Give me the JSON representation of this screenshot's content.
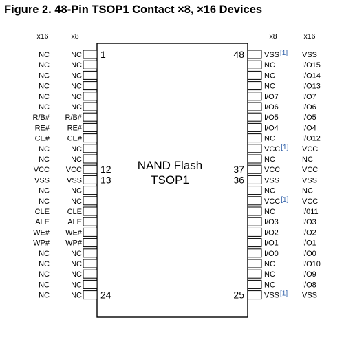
{
  "title": "Figure 2. 48-Pin TSOP1 Contact ×8, ×16 Devices",
  "chip": {
    "line1": "NAND Flash",
    "line2": "TSOP1"
  },
  "headers": {
    "left_x16": "x16",
    "left_x8": "x8",
    "right_x8": "x8",
    "right_x16": "x16"
  },
  "footnote_mark": "[1]",
  "left_pins": [
    {
      "x16": "NC",
      "x8": "NC",
      "num": "1"
    },
    {
      "x16": "NC",
      "x8": "NC",
      "num": ""
    },
    {
      "x16": "NC",
      "x8": "NC",
      "num": ""
    },
    {
      "x16": "NC",
      "x8": "NC",
      "num": ""
    },
    {
      "x16": "NC",
      "x8": "NC",
      "num": ""
    },
    {
      "x16": "NC",
      "x8": "NC",
      "num": ""
    },
    {
      "x16": "R/B#",
      "x8": "R/B#",
      "num": ""
    },
    {
      "x16": "RE#",
      "x8": "RE#",
      "num": ""
    },
    {
      "x16": "CE#",
      "x8": "CE#",
      "num": ""
    },
    {
      "x16": "NC",
      "x8": "NC",
      "num": ""
    },
    {
      "x16": "NC",
      "x8": "NC",
      "num": ""
    },
    {
      "x16": "VCC",
      "x8": "VCC",
      "num": "12"
    },
    {
      "x16": "VSS",
      "x8": "VSS",
      "num": "13"
    },
    {
      "x16": "NC",
      "x8": "NC",
      "num": ""
    },
    {
      "x16": "NC",
      "x8": "NC",
      "num": ""
    },
    {
      "x16": "CLE",
      "x8": "CLE",
      "num": ""
    },
    {
      "x16": "ALE",
      "x8": "ALE",
      "num": ""
    },
    {
      "x16": "WE#",
      "x8": "WE#",
      "num": ""
    },
    {
      "x16": "WP#",
      "x8": "WP#",
      "num": ""
    },
    {
      "x16": "NC",
      "x8": "NC",
      "num": ""
    },
    {
      "x16": "NC",
      "x8": "NC",
      "num": ""
    },
    {
      "x16": "NC",
      "x8": "NC",
      "num": ""
    },
    {
      "x16": "NC",
      "x8": "NC",
      "num": ""
    },
    {
      "x16": "NC",
      "x8": "NC",
      "num": "24"
    }
  ],
  "right_pins": [
    {
      "num": "48",
      "x8": "VSS",
      "x8_note": "[1]",
      "x16": "VSS"
    },
    {
      "num": "",
      "x8": "NC",
      "x8_note": "",
      "x16": "I/O15"
    },
    {
      "num": "",
      "x8": "NC",
      "x8_note": "",
      "x16": "I/O14"
    },
    {
      "num": "",
      "x8": "NC",
      "x8_note": "",
      "x16": "I/O13"
    },
    {
      "num": "",
      "x8": "I/O7",
      "x8_note": "",
      "x16": "I/O7"
    },
    {
      "num": "",
      "x8": "I/O6",
      "x8_note": "",
      "x16": "I/O6"
    },
    {
      "num": "",
      "x8": "I/O5",
      "x8_note": "",
      "x16": "I/O5"
    },
    {
      "num": "",
      "x8": "I/O4",
      "x8_note": "",
      "x16": "I/O4"
    },
    {
      "num": "",
      "x8": "NC",
      "x8_note": "",
      "x16": "I/O12"
    },
    {
      "num": "",
      "x8": "VCC",
      "x8_note": "[1]",
      "x16": "VCC"
    },
    {
      "num": "",
      "x8": "NC",
      "x8_note": "",
      "x16": "NC"
    },
    {
      "num": "37",
      "x8": "VCC",
      "x8_note": "",
      "x16": "VCC"
    },
    {
      "num": "36",
      "x8": "VSS",
      "x8_note": "",
      "x16": "VSS"
    },
    {
      "num": "",
      "x8": "NC",
      "x8_note": "",
      "x16": "NC"
    },
    {
      "num": "",
      "x8": "VCC",
      "x8_note": "[1]",
      "x16": "VCC"
    },
    {
      "num": "",
      "x8": "NC",
      "x8_note": "",
      "x16": "I/011"
    },
    {
      "num": "",
      "x8": "I/O3",
      "x8_note": "",
      "x16": "I/O3"
    },
    {
      "num": "",
      "x8": "I/O2",
      "x8_note": "",
      "x16": "I/O2"
    },
    {
      "num": "",
      "x8": "I/O1",
      "x8_note": "",
      "x16": "I/O1"
    },
    {
      "num": "",
      "x8": "I/O0",
      "x8_note": "",
      "x16": "I/O0"
    },
    {
      "num": "",
      "x8": "NC",
      "x8_note": "",
      "x16": "I/O10"
    },
    {
      "num": "",
      "x8": "NC",
      "x8_note": "",
      "x16": "I/O9"
    },
    {
      "num": "",
      "x8": "NC",
      "x8_note": "",
      "x16": "I/O8"
    },
    {
      "num": "25",
      "x8": "VSS",
      "x8_note": "[1]",
      "x16": "VSS"
    }
  ]
}
